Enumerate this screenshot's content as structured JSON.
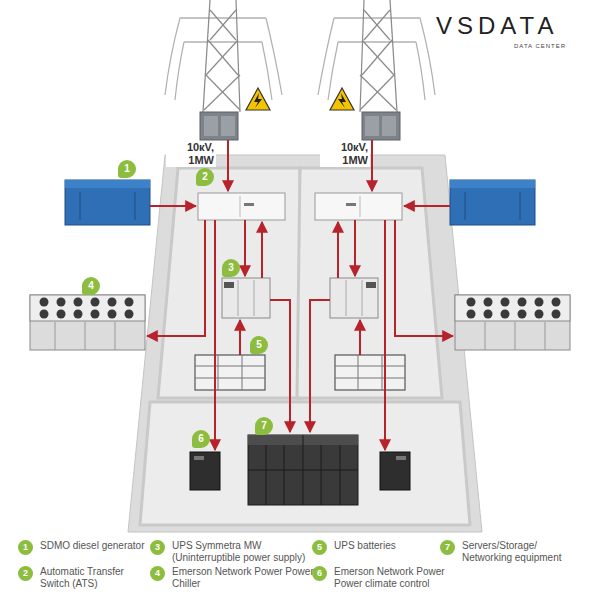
{
  "diagram": {
    "nodes": [
      {
        "text": [
          "1"
        ]
      },
      {
        "text": [
          "2"
        ]
      },
      {
        "text": [
          "3"
        ]
      },
      {
        "text": [
          "4"
        ]
      },
      {
        "text": [
          "5"
        ]
      },
      {
        "text": [
          "6"
        ]
      },
      {
        "text": [
          "7"
        ]
      }
    ],
    "labels": [
      "10кV, 1MW",
      "10кV, 1MW",
      "VSDATA",
      "DATA CENTER",
      "1",
      "2",
      "3",
      "4",
      "5",
      "6",
      "7"
    ],
    "legend": [
      {
        "text": "SDMO diesel generator",
        "color": "#8cbd3f"
      },
      {
        "text": "Automatic Transfer Switch (ATS)",
        "color": "#8cbd3f"
      },
      {
        "text": "UPS Symmetra MW (Uninterruptible power supply)",
        "color": "#8cbd3f"
      },
      {
        "text": "Emerson Network Power Power Chiller",
        "color": "#8cbd3f"
      },
      {
        "text": "UPS batteries",
        "color": "#8cbd3f"
      },
      {
        "text": "Emerson Network Power Power climate control",
        "color": "#8cbd3f"
      },
      {
        "text": "Servers/Storage/ Networking equipment",
        "color": "#8cbd3f"
      }
    ]
  }
}
